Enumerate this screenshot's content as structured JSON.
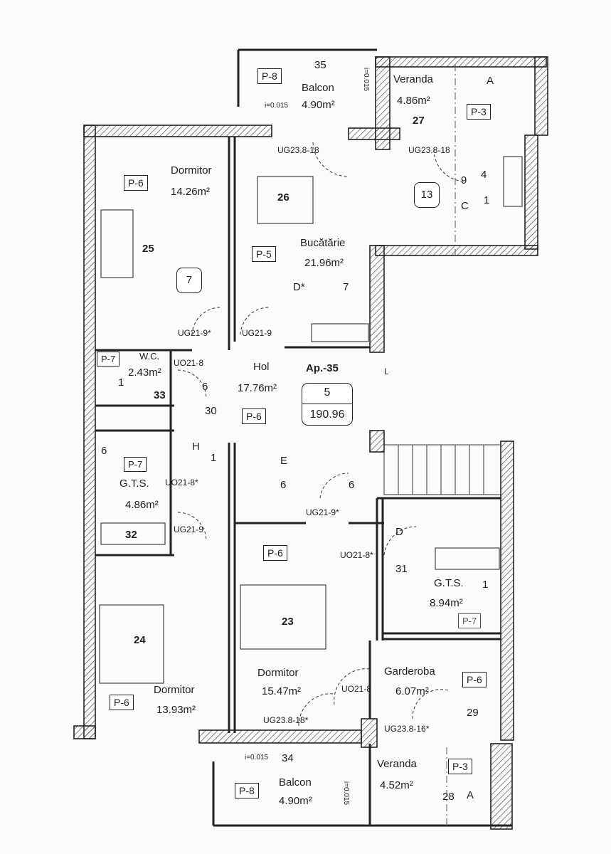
{
  "rooms": {
    "balcon_top": {
      "number": "35",
      "name": "Balcon",
      "area": "4.90m²",
      "floor": "P-8",
      "slope": "i=0.015",
      "slope_v": "i=0.015"
    },
    "veranda_top": {
      "number": "27",
      "name": "Veranda",
      "area": "4.86m²",
      "floor": "P-3",
      "marker": "A"
    },
    "dormitor_25": {
      "number": "25",
      "name": "Dormitor",
      "area": "14.26m²",
      "floor": "P-6"
    },
    "bucatarie": {
      "number": "26",
      "name": "Bucătărie",
      "area": "21.96m²",
      "floor": "P-5"
    },
    "wc": {
      "number": "33",
      "name": "W.C.",
      "area": "2.43m²",
      "floor": "P-7"
    },
    "hol": {
      "number": "30",
      "name": "Hol",
      "area": "17.76m²",
      "floor": "P-6"
    },
    "gts_32": {
      "number": "32",
      "name": "G.T.S.",
      "area": "4.86m²",
      "floor": "P-7"
    },
    "gts_31": {
      "number": "31",
      "name": "G.T.S.",
      "area": "8.94m²",
      "floor": "P-7"
    },
    "dormitor_23": {
      "number": "23",
      "name": "Dormitor",
      "area": "15.47m²",
      "floor": "P-6"
    },
    "dormitor_24": {
      "number": "24",
      "name": "Dormitor",
      "area": "13.93m²",
      "floor": "P-6"
    },
    "garderoba": {
      "number": "29",
      "name": "Garderoba",
      "area": "6.07m²",
      "floor": "P-6"
    },
    "balcon_bottom": {
      "number": "34",
      "name": "Balcon",
      "area": "4.90m²",
      "floor": "P-8",
      "slope": "i=0.015",
      "slope_v": "i=0.015"
    },
    "veranda_bottom": {
      "number": "28",
      "name": "Veranda",
      "area": "4.52m²",
      "floor": "P-3",
      "marker": "A"
    }
  },
  "apartment": {
    "label": "Ap.-35",
    "rooms": "5",
    "area": "190.96"
  },
  "markers": {
    "circle_7": "7",
    "circle_13": "13"
  },
  "doors": {
    "d1": "UG23.8-18",
    "d2": "UG23.8-18",
    "d3": "UG21-9*",
    "d4": "UG21-9",
    "d5": "UO21-8",
    "d6": "UO21-8*",
    "d7": "UG21-9",
    "d8": "UG21-9*",
    "d9": "UO21-8*",
    "d10": "UO21-8",
    "d11": "UG23.8-18*",
    "d12": "UG23.8-16*"
  },
  "details": {
    "t9": "9",
    "t4": "4",
    "t1a": "1",
    "tC": "C",
    "tD1": "D*",
    "t7b": "7",
    "t1b": "1",
    "t6a": "6",
    "t6b": "6",
    "tH": "H",
    "t1c": "1",
    "tE": "E",
    "t6c": "6",
    "t6d": "6",
    "tD2": "D",
    "t1d": "1",
    "tL": "L"
  }
}
